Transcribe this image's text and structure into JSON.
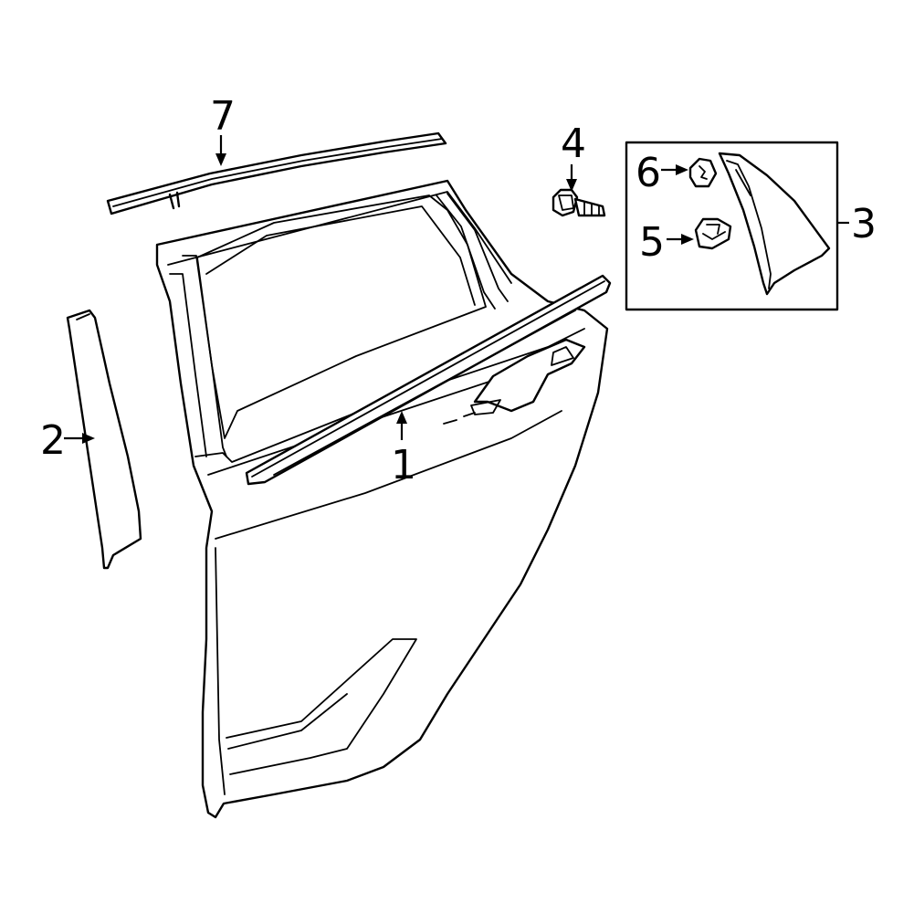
{
  "colors": {
    "line": "#000000",
    "background": "#ffffff"
  },
  "callouts": [
    {
      "id": "1",
      "label": "1"
    },
    {
      "id": "2",
      "label": "2"
    },
    {
      "id": "3",
      "label": "3"
    },
    {
      "id": "4",
      "label": "4"
    },
    {
      "id": "5",
      "label": "5"
    },
    {
      "id": "6",
      "label": "6"
    },
    {
      "id": "7",
      "label": "7"
    }
  ]
}
